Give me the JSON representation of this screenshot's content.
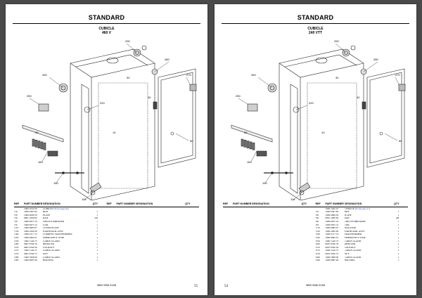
{
  "pages": [
    {
      "title": "STANDARD",
      "subtitle": "CUBICLE",
      "subtitle2": "460 V",
      "link": "(From page 40)",
      "footer_code": "9800 9356 01/08",
      "page_number": "55",
      "headers": {
        "ref": "REF",
        "part": "PART NUMBER",
        "designation": "DESIGNATION",
        "qty": "QTY"
      },
      "rows_left": [
        {
          "ref": "",
          "pn": "1900 1032 00",
          "des": "CUBICLE",
          "qty": ""
        },
        {
          "ref": "•10",
          "pn": "1900 0367 82",
          "des": "BOX",
          "qty": "1"
        },
        {
          "ref": "•20",
          "pn": "1900 0099 50",
          "des": "PLATE",
          "qty": "1"
        },
        {
          "ref": "•30",
          "pn": "0991 1000 82",
          "des": "RAIL",
          "qty": "AR"
        },
        {
          "ref": "•40",
          "pn": "1900 0975 10",
          "des": "CIRCUIT BREAKER",
          "qty": "1"
        },
        {
          "ref": "•50",
          "pn": "1900 0975 12",
          "des": "COIL",
          "qty": "1"
        },
        {
          "ref": "•110",
          "pn": "1900 0983 07",
          "des": "COVER PLATE",
          "qty": "1"
        },
        {
          "ref": "•150",
          "pn": "1900 2292 00",
          "des": "EARTH RAIL ASSY",
          "qty": "1"
        },
        {
          "ref": "•160",
          "pn": "1900 0717 72",
          "des": "CURRENT TRANSFORMER",
          "qty": "1"
        },
        {
          "ref": "•220",
          "pn": "1900 0992 01",
          "des": "EMERGENCY STOP",
          "qty": "1"
        },
        {
          "ref": "•250",
          "pn": "1900 1146 73",
          "des": "CABLE GLAND",
          "qty": "1"
        },
        {
          "ref": "•260",
          "pn": "0697 9760 76",
          "des": "REDUCER",
          "qty": "1"
        },
        {
          "ref": "•270",
          "pn": "0697 9760 56",
          "des": "LOCKNUT",
          "qty": "1"
        },
        {
          "ref": "•275",
          "pn": "1900 1146 75",
          "des": "CABLE GLAND",
          "qty": "1"
        },
        {
          "ref": "•276",
          "pn": "0697 9760 75",
          "des": "NUT",
          "qty": "1"
        },
        {
          "ref": "•280",
          "pn": "1900 7608 00",
          "des": "CABLE GLAND",
          "qty": "1"
        },
        {
          "ref": "•290",
          "pn": "1900 0087 06",
          "des": "HOUSING",
          "qty": "1"
        }
      ],
      "rows_right": []
    },
    {
      "title": "STANDARD",
      "subtitle": "CUBICLE",
      "subtitle2": "240 VTT",
      "link": "(From page 41)",
      "footer_code": "9800 9356 01/08",
      "page_number": "54",
      "headers": {
        "ref": "REF",
        "part": "PART NUMBER",
        "designation": "DESIGNATION",
        "qty": "QTY"
      },
      "rows_left": [],
      "rows_right": [
        {
          "ref": "",
          "pn": "1900 1032 07",
          "des": "CUBICLE",
          "qty": ""
        },
        {
          "ref": "•10",
          "pn": "1900 0367 82",
          "des": "BOX",
          "qty": "1"
        },
        {
          "ref": "•20",
          "pn": "1900 0099 50",
          "des": "PLATE",
          "qty": "1"
        },
        {
          "ref": "•30",
          "pn": "0991 1000 82",
          "des": "RAIL",
          "qty": "AR"
        },
        {
          "ref": "•40",
          "pn": "1900 0975 16",
          "des": "CIRCUIT BREAKER",
          "qty": "1"
        },
        {
          "ref": "•50",
          "pn": "1900 0975 12",
          "des": "COIL",
          "qty": "1"
        },
        {
          "ref": "•110",
          "pn": "1900 0983 07",
          "des": "ISOLATOR",
          "qty": "1"
        },
        {
          "ref": "•150",
          "pn": "1900 2292 00",
          "des": "EARTH RAIL ASSY",
          "qty": "1"
        },
        {
          "ref": "•160",
          "pn": "1900 0717 74",
          "des": "TRANSFORMER",
          "qty": "1"
        },
        {
          "ref": "•220",
          "pn": "1900 0992 01",
          "des": "EMERGENCY STOP",
          "qty": "1"
        },
        {
          "ref": "•250",
          "pn": "1900 1146 73",
          "des": "CABLE GLAND",
          "qty": "1"
        },
        {
          "ref": "•260",
          "pn": "0697 9760 76",
          "des": "REDUCER",
          "qty": "1"
        },
        {
          "ref": "•270",
          "pn": "0697 9760 56",
          "des": "LOCKNUT",
          "qty": "1"
        },
        {
          "ref": "•275",
          "pn": "1900 1146 75",
          "des": "CABLE GLAND",
          "qty": "1"
        },
        {
          "ref": "•276",
          "pn": "0697 9760 75",
          "des": "NUT",
          "qty": "1"
        },
        {
          "ref": "•280",
          "pn": "1900 7608 00",
          "des": "CABLE GLAND",
          "qty": "1"
        },
        {
          "ref": "•290",
          "pn": "1900 0087 06",
          "des": "HOUSING",
          "qty": "1"
        }
      ]
    }
  ],
  "callouts": [
    "290",
    "280",
    "270",
    "260",
    "250",
    "220",
    "160",
    "150",
    "110",
    "50",
    "40",
    "30",
    "20",
    "10"
  ]
}
